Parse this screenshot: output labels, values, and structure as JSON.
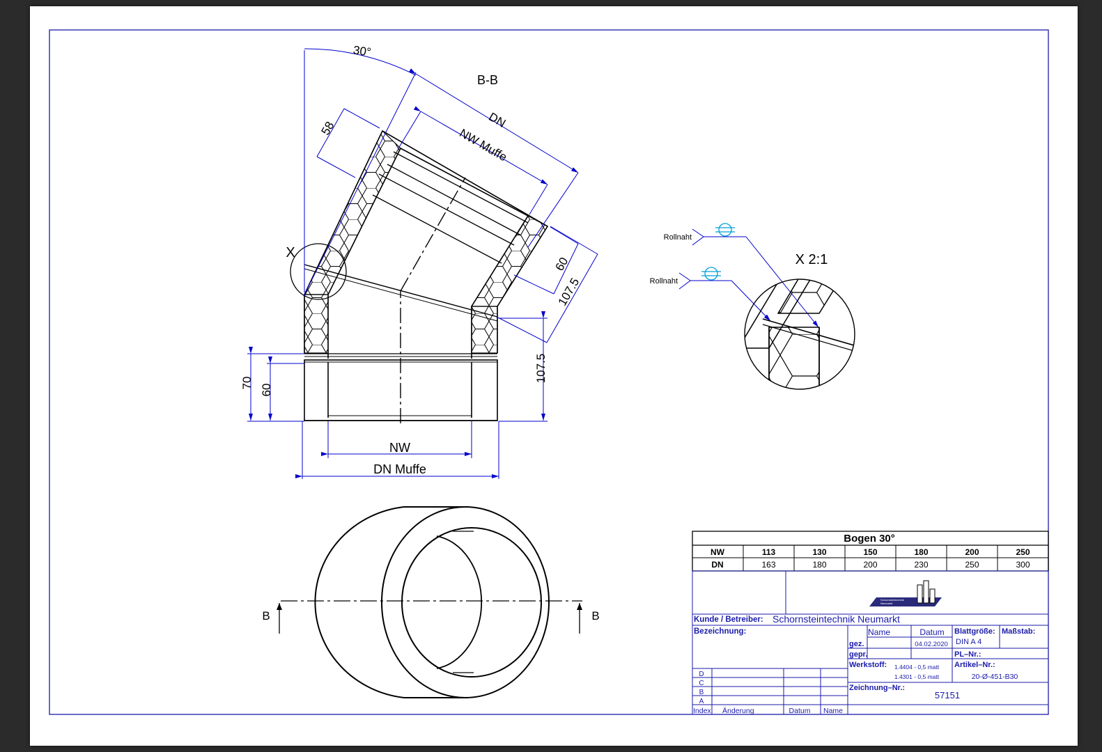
{
  "view": {
    "section_label": "B-B",
    "detail_marker": "X",
    "detail_label": "X 2:1",
    "cut_left": "B",
    "cut_right": "B"
  },
  "dimensions": {
    "angle": "30°",
    "d58": "58",
    "dn": "DN",
    "nw_muffe": "NW Muffe",
    "d60_right": "60",
    "d107_diag": "107.5",
    "d107_vert": "107.5",
    "d70": "70",
    "d60_left": "60",
    "nw": "NW",
    "dn_muffe": "DN Muffe"
  },
  "welds": {
    "label_1": "Rollnaht",
    "label_2": "Rollnaht"
  },
  "table": {
    "title": "Bogen 30°",
    "row_nw_label": "NW",
    "row_dn_label": "DN",
    "nw": [
      "113",
      "130",
      "150",
      "180",
      "200",
      "250"
    ],
    "dn": [
      "163",
      "180",
      "200",
      "230",
      "250",
      "300"
    ]
  },
  "title_block": {
    "logo_text_1": "Schornsteintechnik",
    "logo_text_2": "Neumarkt",
    "kunde_label": "Kunde / Betreiber:",
    "kunde_value": "Schornsteintechnik Neumarkt",
    "bezeichnung_label": "Bezeichnung:",
    "name_header": "Name",
    "datum_header": "Datum",
    "gez_label": "gez.",
    "gez_date": "04.02.2020",
    "gepr_label": "gepr.",
    "blatt_label": "Blattgröße:",
    "blatt_value": "DIN A 4",
    "massstab_label": "Maßstab:",
    "pl_label": "PL–Nr.:",
    "werkstoff_label": "Werkstoff:",
    "werkstoff_1": "1.4404 - 0,5 matt",
    "werkstoff_2": "1.4301 - 0,5 matt",
    "artikel_label": "Artikel–Nr.:",
    "artikel_value": "20-Ø-451-B30",
    "zeichnung_label": "Zeichnung–Nr.:",
    "zeichnung_value": "57151",
    "rev_letters": [
      "D",
      "C",
      "B",
      "A"
    ],
    "index_label": "Index",
    "aenderung_label": "Änderung",
    "rev_datum_label": "Datum",
    "rev_name_label": "Name"
  },
  "colors": {
    "frame": "#1a1aaa",
    "dimension": "#0000cc",
    "weld_symbol": "#00a0d8",
    "geometry": "#000000",
    "logo": "#2a2a7a"
  }
}
